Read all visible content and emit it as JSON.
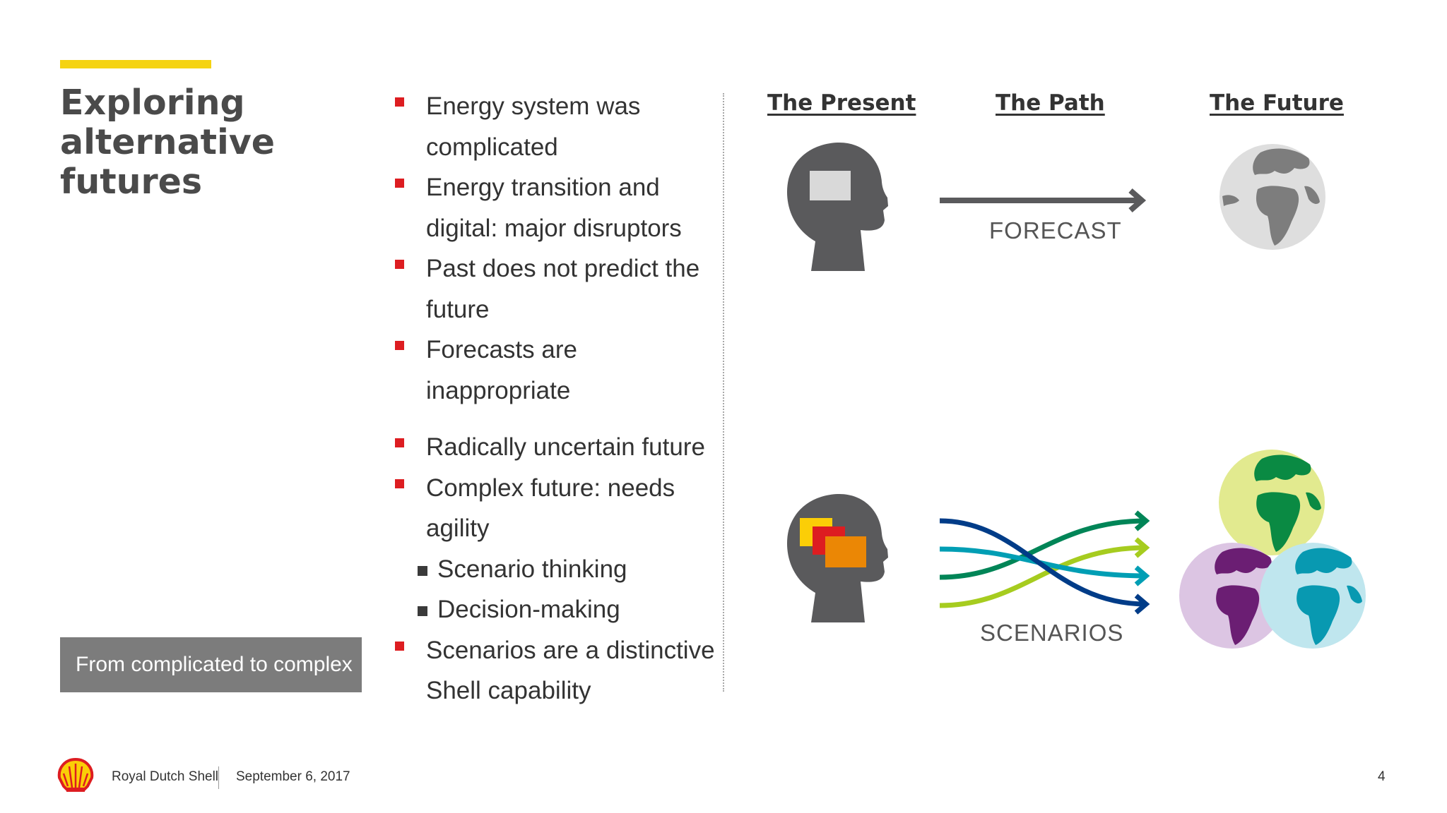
{
  "slide": {
    "title": "Exploring\nalternative\nfutures",
    "tagline": "From complicated to complex",
    "accent_yellow": "#f5d312",
    "accent_red": "#dd1d21",
    "gray_box": "#7c7c7c"
  },
  "bullets_top": [
    {
      "text": "Energy system was complicated"
    },
    {
      "text": "Energy transition and digital: major disruptors"
    },
    {
      "text": "Past does not predict the future"
    },
    {
      "text": "Forecasts are inappropriate"
    }
  ],
  "bullets_bottom": [
    {
      "text": "Radically uncertain future"
    },
    {
      "text": "Complex future: needs agility"
    },
    {
      "text": "Scenario thinking"
    },
    {
      "text": "Decision-making"
    },
    {
      "text": "Scenarios are a distinctive Shell capability"
    }
  ],
  "diagram": {
    "col_present": "The Present",
    "col_path": "The Path",
    "col_future": "The Future",
    "forecast_label": "FORECAST",
    "scenarios_label": "SCENARIOS",
    "head_icon_color": "#5a5a5c",
    "scenario_colors": [
      "#003c88",
      "#008557",
      "#009eb4",
      "#a6cc1f"
    ]
  },
  "footer": {
    "company": "Royal Dutch Shell",
    "date": "September 6, 2017",
    "page_number": "4"
  }
}
